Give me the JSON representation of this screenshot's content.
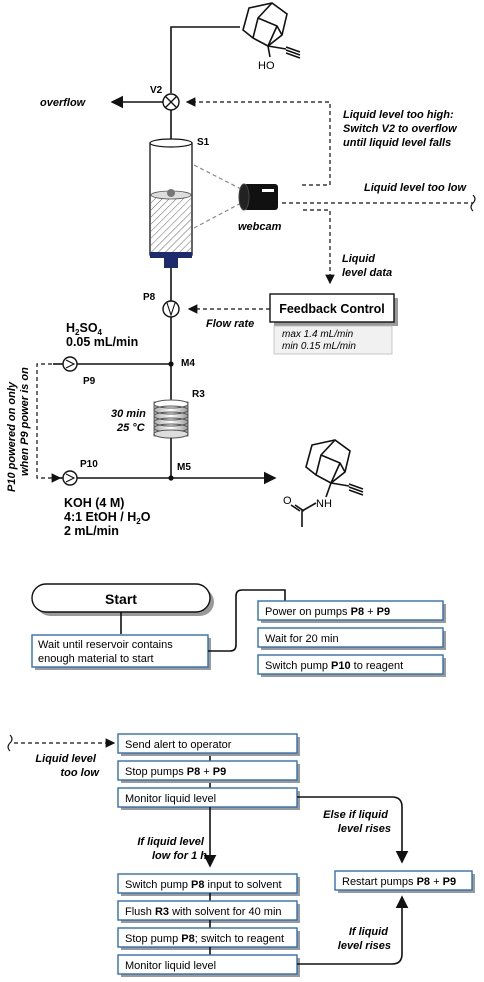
{
  "top_diagram": {
    "overflow_label": "overflow",
    "v2_label": "V2",
    "s1_label": "S1",
    "webcam_label": "webcam",
    "p8_label": "P8",
    "p9_label": "P9",
    "p10_label": "P10",
    "m4_label": "M4",
    "m5_label": "M5",
    "r3_label": "R3",
    "r3_time": "30 min",
    "r3_temp": "25 °C",
    "acid_name": "H",
    "acid_sub2": "2",
    "acid_so": "SO",
    "acid_sub4": "4",
    "acid_flow": "0.05 mL/min",
    "base_name": "KOH (4 M)",
    "base_solvent_a": "4:1 EtOH / H",
    "base_solvent_sub": "2",
    "base_solvent_b": "O",
    "base_flow": "2 mL/min",
    "reactant_oh": "HO",
    "product_nh": "NH",
    "product_o": "O",
    "liquid_high_lines": [
      "Liquid level too high:",
      "Switch V2 to overflow",
      "until liquid level falls"
    ],
    "liquid_low": "Liquid level too low",
    "liquid_data_lines": [
      "Liquid",
      "level data"
    ],
    "feedback_title": "Feedback Control",
    "feedback_max": "max 1.4 mL/min",
    "feedback_min": "min 0.15 mL/min",
    "flow_rate": "Flow rate",
    "p10_note_lines": [
      "P10 powered on only",
      "when P9 power is on"
    ]
  },
  "start_flow": {
    "start_label": "Start",
    "wait_lines": [
      "Wait until reservoir contains",
      "enough material to start"
    ],
    "step1_pre": "Power on pumps ",
    "step1_b1": "P8",
    "step1_mid": " + ",
    "step1_b2": "P9",
    "step2": "Wait for 20 min",
    "step3_pre": "Switch pump ",
    "step3_b": "P10",
    "step3_post": " to reagent"
  },
  "low_flow": {
    "liquid_low_lines": [
      "Liquid level",
      "too low"
    ],
    "alert": "Send alert to operator",
    "stop_pre": "Stop pumps ",
    "stop_b1": "P8",
    "stop_mid": " + ",
    "stop_b2": "P9",
    "monitor": "Monitor liquid level",
    "else_lines": [
      "Else if liquid",
      "level rises"
    ],
    "iflow_lines": [
      "If liquid level",
      "low for 1 h"
    ],
    "switch_pre": "Switch pump ",
    "switch_b": "P8",
    "switch_post": " input to solvent",
    "flush_pre": "Flush ",
    "flush_b": "R3",
    "flush_post": " with solvent for 40 min",
    "stop2_pre": "Stop pump ",
    "stop2_b": "P8",
    "stop2_post": "; switch to reagent",
    "monitor2": "Monitor liquid level",
    "restart_pre": "Restart pumps ",
    "restart_b1": "P8",
    "restart_mid": " + ",
    "restart_b2": "P9",
    "ifrise_lines": [
      "If liquid",
      "level rises"
    ]
  }
}
